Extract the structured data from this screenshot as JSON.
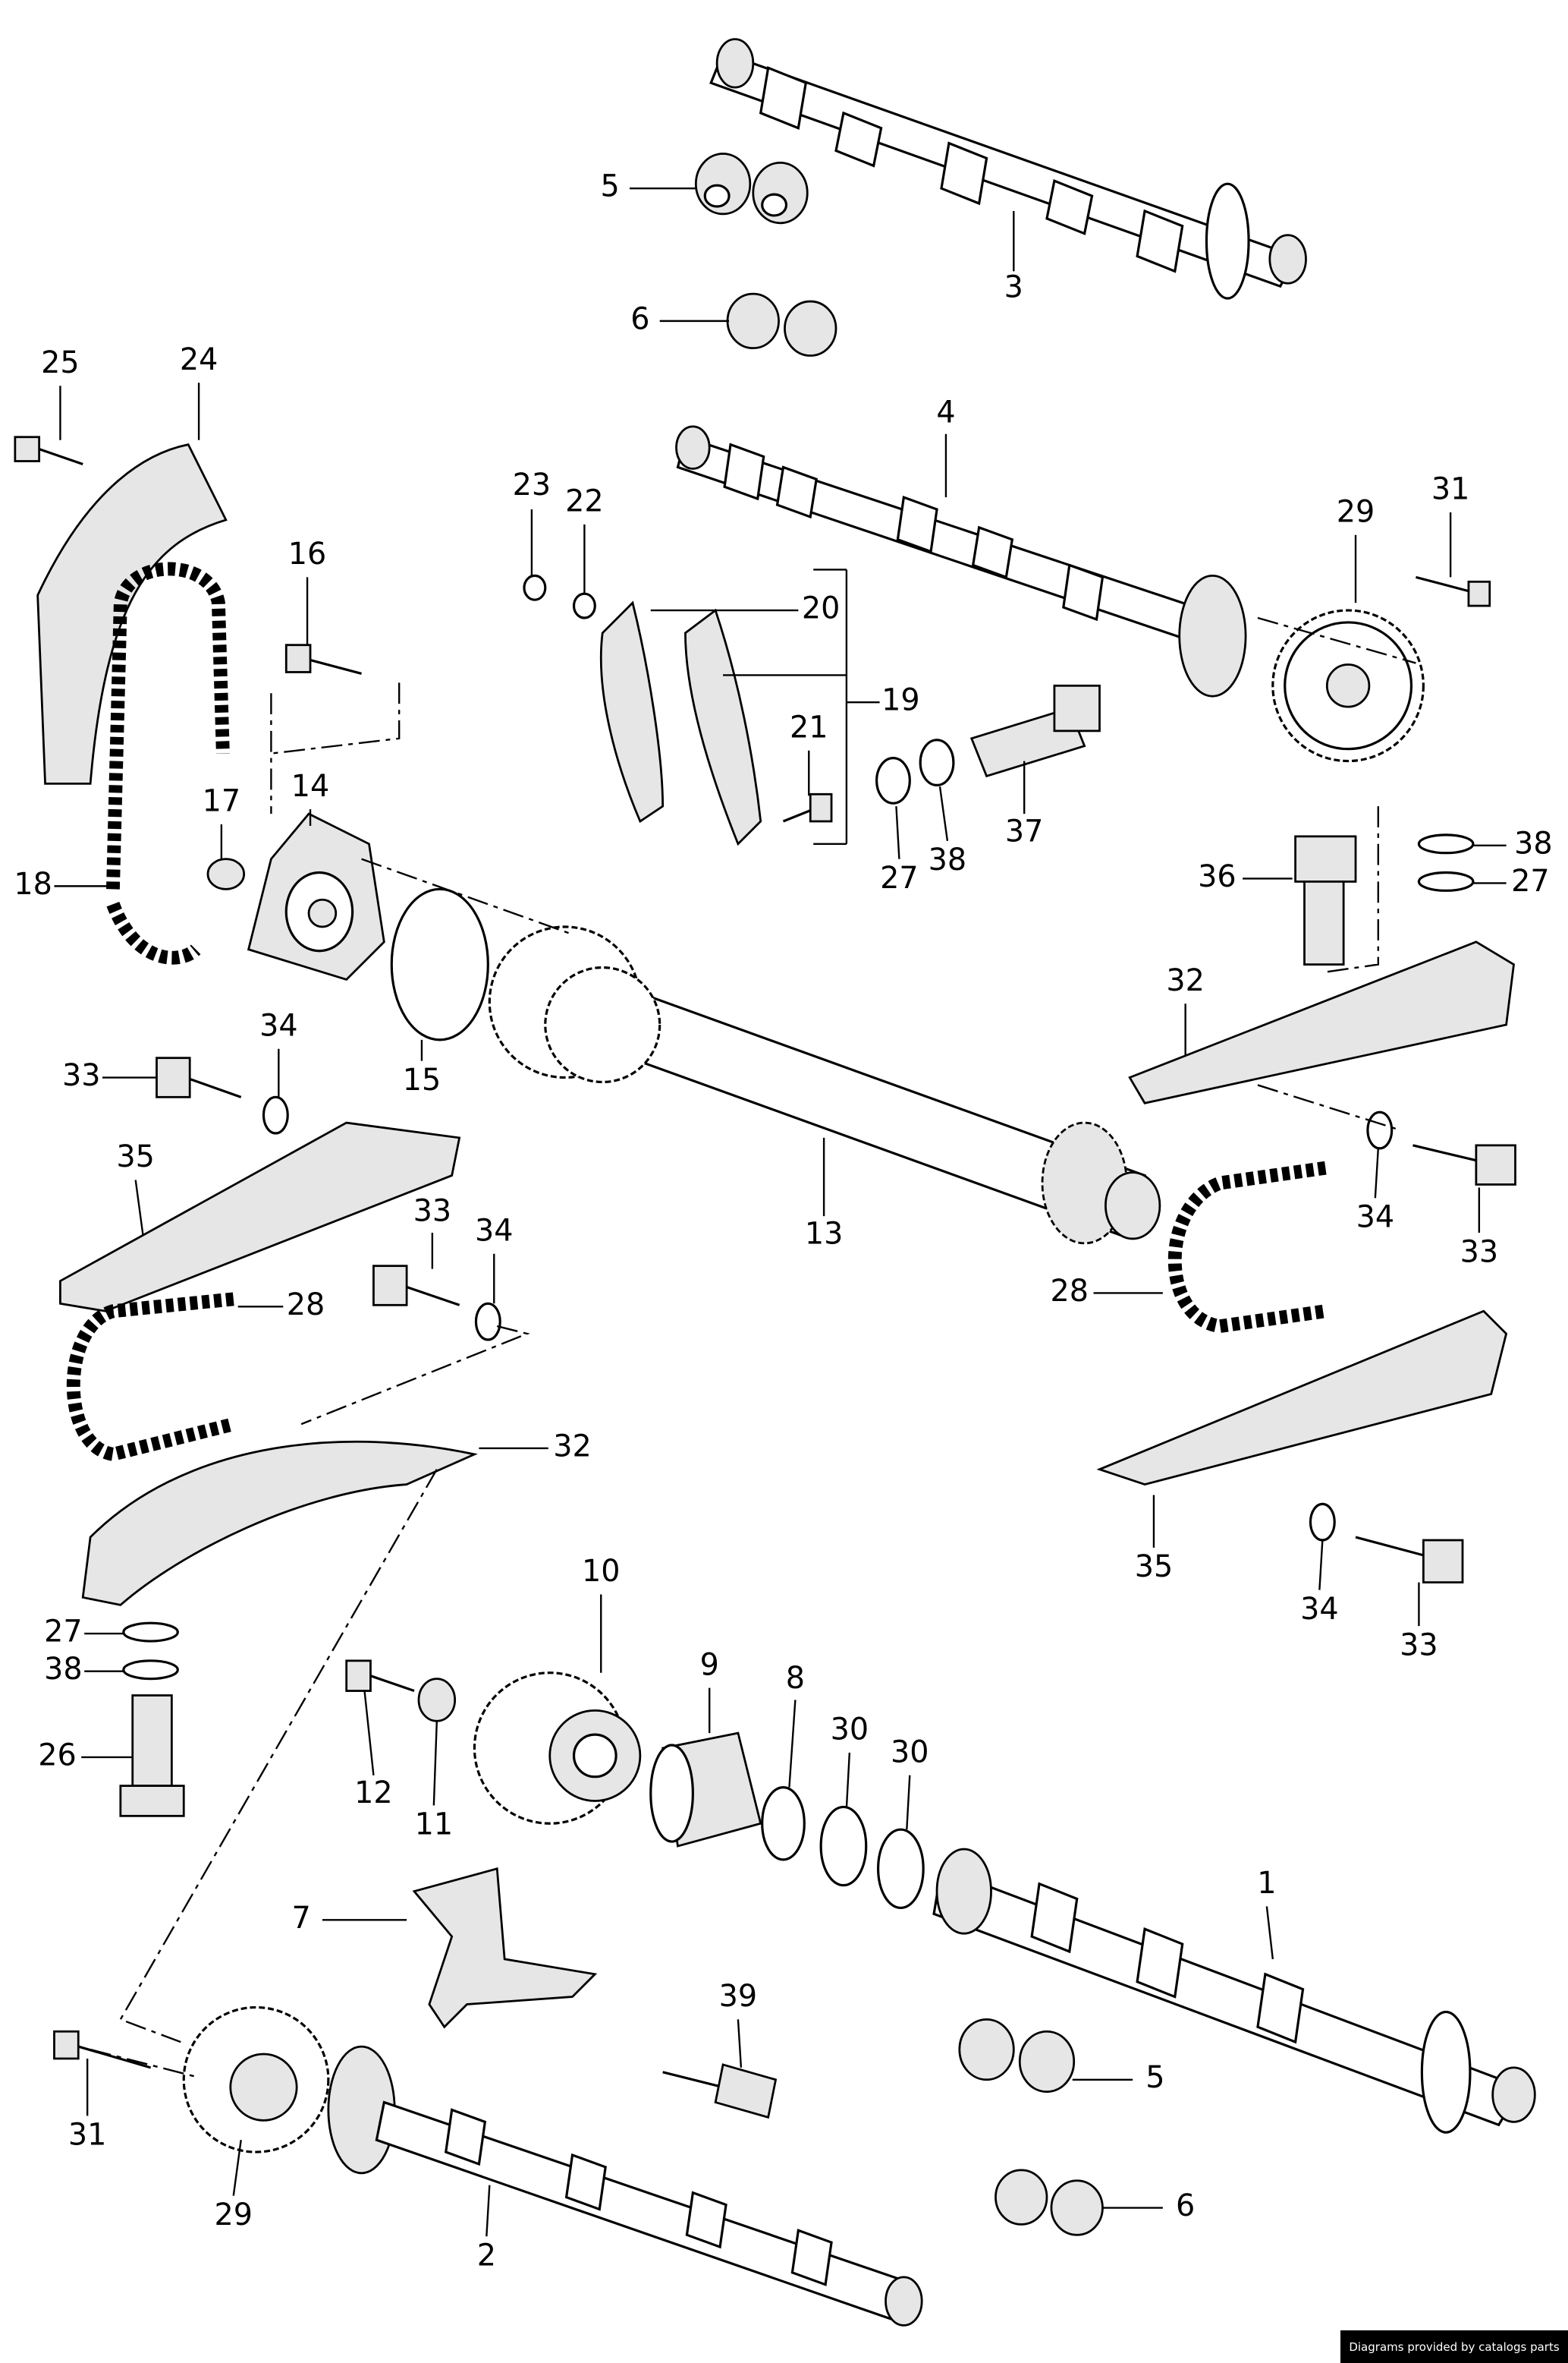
{
  "diagram": {
    "callouts": [
      "5",
      "3",
      "6",
      "25",
      "24",
      "4",
      "23",
      "22",
      "31",
      "29",
      "16",
      "20",
      "19",
      "21",
      "14",
      "17",
      "37",
      "27",
      "38",
      "38",
      "27",
      "36",
      "18",
      "32",
      "34",
      "33",
      "15",
      "35",
      "13",
      "33",
      "34",
      "34",
      "33",
      "28",
      "28",
      "32",
      "35",
      "10",
      "34",
      "33",
      "27",
      "38",
      "9",
      "8",
      "30",
      "30",
      "26",
      "12",
      "11",
      "1",
      "7",
      "39",
      "5",
      "31",
      "29",
      "2",
      "6"
    ]
  },
  "watermark": "Diagrams provided by catalogs parts"
}
